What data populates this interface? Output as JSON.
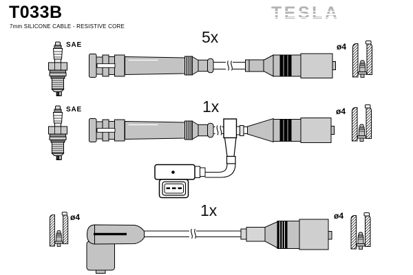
{
  "header": {
    "part_number": "T033B",
    "subtitle": "7mm SILICONE CABLE - RESISTIVE CORE",
    "brand": "TESLA"
  },
  "diagram": {
    "description": "Ignition cable set contents drawing",
    "rows": [
      {
        "quantity": "5x",
        "plug_standard": "SAE",
        "terminal_diameter": "ø4"
      },
      {
        "quantity": "1x",
        "plug_standard": "SAE",
        "terminal_diameter": "ø4"
      },
      {
        "quantity": "1x",
        "terminal_diameter_left": "ø4",
        "terminal_diameter_right": "ø4"
      }
    ]
  },
  "colors": {
    "part_gray": "#c3c3c3",
    "part_gray_light": "#cfcfcf",
    "band_black": "#000000",
    "logo_gray": "#b3b3b3",
    "background": "#ffffff"
  }
}
